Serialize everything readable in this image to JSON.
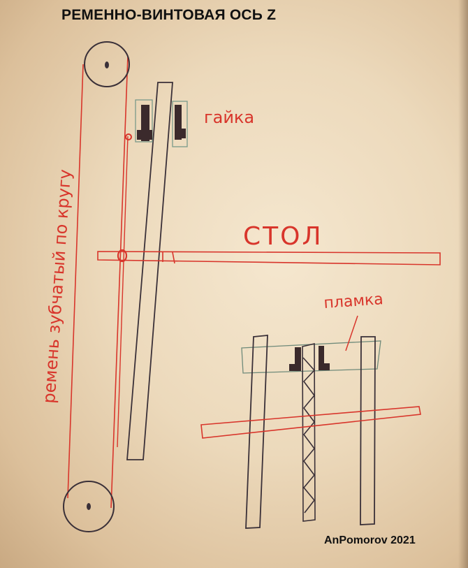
{
  "title": "РЕМЕННО-ВИНТОВАЯ ОСЬ Z",
  "author": "AnPomorov 2021",
  "labels": {
    "nuts": "гайка",
    "table": "СТОЛ",
    "plate": "пламка",
    "belt": "ремень зубчатый по кругу"
  },
  "colors": {
    "ink_red": "#d8352b",
    "ink_dark": "#3a3038",
    "paper": "#f0dfc4",
    "nut_fill": "#3b2a2c",
    "plate_stroke": "#6f8a7a"
  }
}
